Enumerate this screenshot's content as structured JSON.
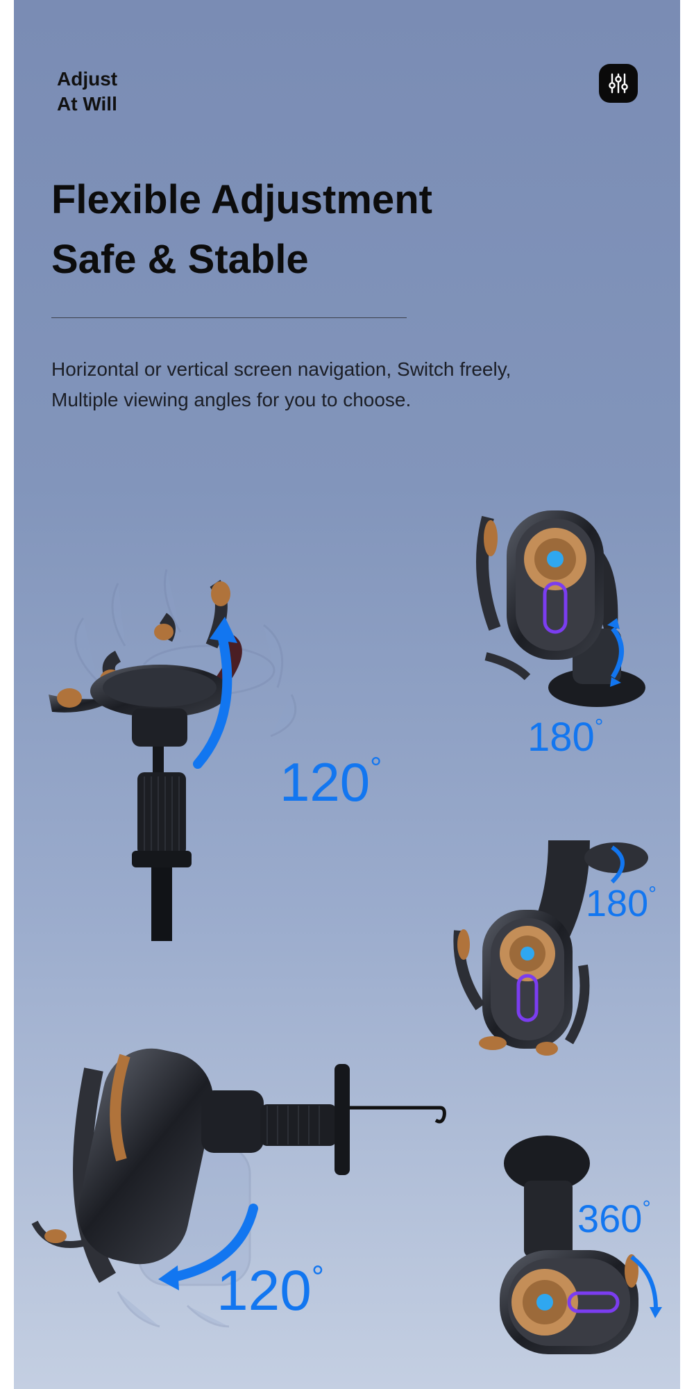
{
  "header": {
    "tag_line1": "Adjust",
    "tag_line2": "At Will",
    "badge_icon": "sliders-icon"
  },
  "hero": {
    "title_line1": "Flexible Adjustment",
    "title_line2": "Safe & Stable",
    "description": "Horizontal or vertical screen navigation, Switch freely, Multiple viewing angles for you to choose."
  },
  "angles": {
    "vent_rotation": "120",
    "dash_rotation_top": "180",
    "dash_rotation_mid": "180",
    "vent_tilt": "120",
    "dash_rotation_bottom": "360",
    "unit": "°"
  },
  "colors": {
    "accent_blue": "#1276f0",
    "background_top": "#7a8cb4",
    "background_bottom": "#c4cfe2"
  }
}
